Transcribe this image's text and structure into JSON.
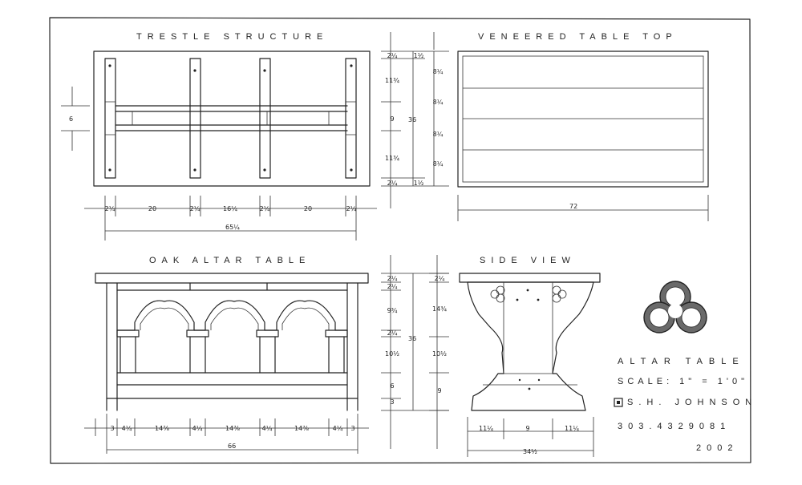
{
  "titles": {
    "trestle": "TRESTLE STRUCTURE",
    "tabletop": "VENEERED TABLE TOP",
    "altar": "OAK ALTAR TABLE",
    "side": "SIDE VIEW"
  },
  "dims": {
    "trestle_h": [
      "2¼",
      "20",
      "2¼",
      "16¼",
      "2¼",
      "20",
      "2¼"
    ],
    "trestle_total": "65¼",
    "trestle_side": "6",
    "top_v": [
      "2¼",
      "11¾",
      "9",
      "11¾",
      "2¼"
    ],
    "top_v_inner": [
      "1½",
      "8¼",
      "8¼",
      "8¼",
      "8¼",
      "1½"
    ],
    "top_v_total": "36",
    "top_width": "72",
    "altar_h": [
      "3",
      "4¼",
      "14⅞",
      "4¼",
      "14⅞",
      "4¼",
      "14⅞",
      "4¼",
      "3"
    ],
    "altar_total": "66",
    "altar_v": [
      "2¼",
      "2¼",
      "9¾",
      "2¼",
      "10½",
      "6",
      "3"
    ],
    "altar_v_total": "36",
    "side_v": [
      "2¼",
      "14¾",
      "10½",
      "9"
    ],
    "side_h": [
      "11¼",
      "9",
      "11¼"
    ],
    "side_total": "34½"
  },
  "titleblock": {
    "name": "ALTAR TABLE",
    "scale": "SCALE:  1\" = 1'0\"",
    "author": "S.H. JOHNSON",
    "phone": "303.4329081",
    "year": "2002"
  },
  "icons": [
    "trefoil-icon",
    "author-stamp-icon"
  ]
}
